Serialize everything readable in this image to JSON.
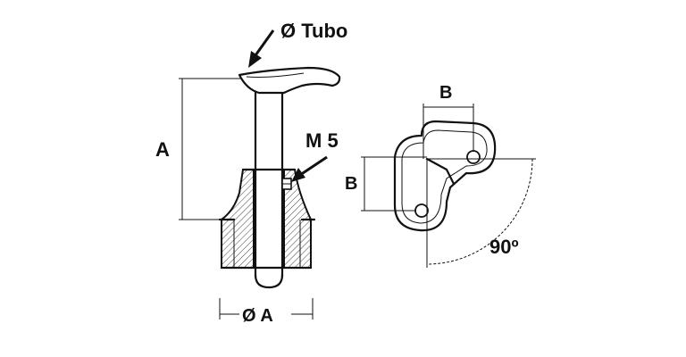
{
  "labels": {
    "tube_diameter": "Ø Tubo",
    "height": "A",
    "thread": "M 5",
    "base_diameter": "Ø A",
    "offset_top": "B",
    "offset_side": "B",
    "angle": "90º"
  },
  "colors": {
    "line": "#111111",
    "background": "#ffffff"
  }
}
